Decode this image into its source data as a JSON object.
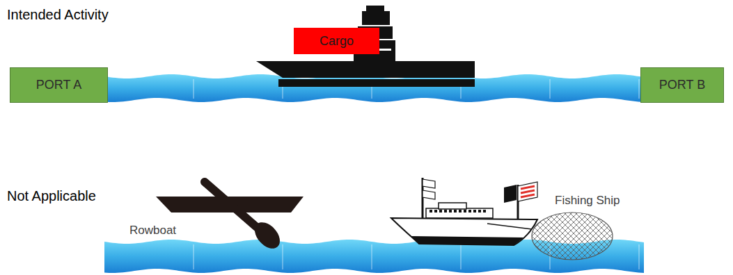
{
  "diagram": {
    "nodes": [
      {
        "text": [
          "Cargo"
        ]
      },
      {
        "text": [
          "PORT A"
        ]
      },
      {
        "text": [
          "PORT B"
        ]
      }
    ],
    "labels": [
      "Intended Activity",
      "Not Applicable",
      "Rowboat",
      "Fishing Ship"
    ]
  }
}
